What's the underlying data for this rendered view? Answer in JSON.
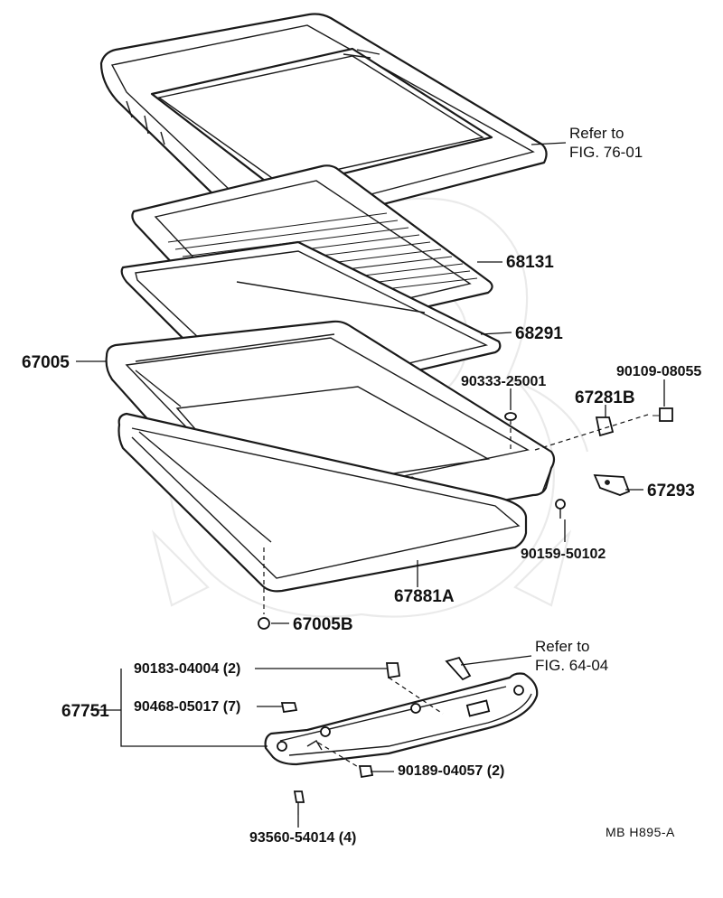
{
  "references": [
    {
      "line1": "Refer to",
      "line2": "FIG. 76-01"
    },
    {
      "line1": "Refer to",
      "line2": "FIG. 64-04"
    }
  ],
  "callouts": {
    "p68131": "68131",
    "p68291": "68291",
    "p67005": "67005",
    "p90333": "90333-25001",
    "p90109": "90109-08055",
    "p67281B": "67281B",
    "p67293": "67293",
    "p90159": "90159-50102",
    "p67881A": "67881A",
    "p67005B": "67005B",
    "p90183": "90183-04004 (2)",
    "p67751": "67751",
    "p90468": "90468-05017 (7)",
    "p90189": "90189-04057 (2)",
    "p93560": "93560-54014 (4)"
  },
  "drawing_code": "MB  H895-A"
}
